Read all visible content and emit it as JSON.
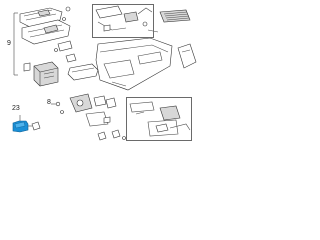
{
  "diagram": {
    "labels": {
      "nine": "9",
      "twentythree": "23",
      "eight": "8"
    },
    "colors": {
      "highlight": "#1a8fd6",
      "line": "#4a4a4a",
      "background": "#ffffff"
    }
  }
}
